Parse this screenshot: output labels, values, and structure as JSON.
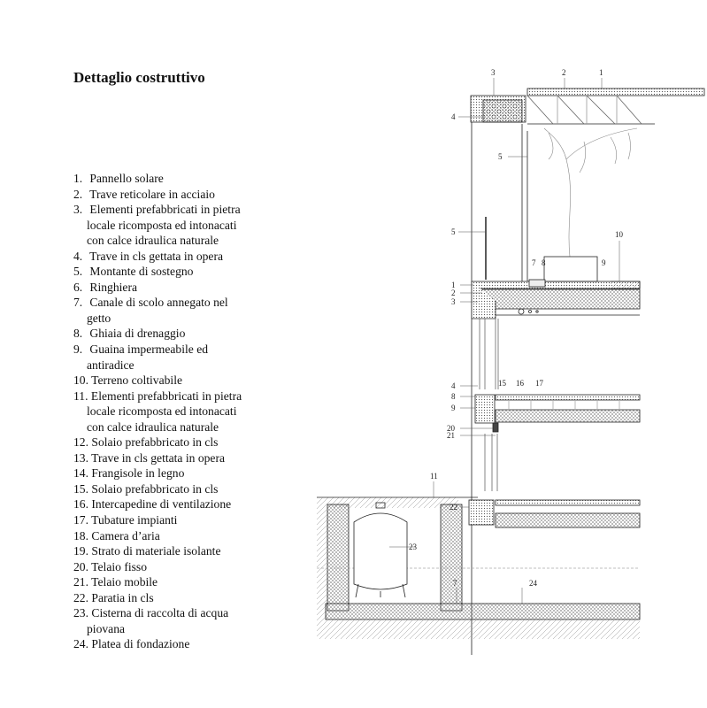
{
  "title": "Dettaglio costruttivo",
  "legend": [
    {
      "n": "1.",
      "lines": [
        "Pannello solare"
      ]
    },
    {
      "n": "2.",
      "lines": [
        "Trave reticolare in acciaio"
      ]
    },
    {
      "n": "3.",
      "lines": [
        "Elementi prefabbricati in pietra",
        "locale ricomposta ed intonacati",
        "con calce idraulica naturale"
      ]
    },
    {
      "n": "4.",
      "lines": [
        "Trave in cls gettata in opera"
      ]
    },
    {
      "n": "5.",
      "lines": [
        "Montante di sostegno"
      ]
    },
    {
      "n": "6.",
      "lines": [
        "Ringhiera"
      ]
    },
    {
      "n": "7.",
      "lines": [
        "Canale di scolo annegato nel",
        "getto"
      ]
    },
    {
      "n": "8.",
      "lines": [
        "Ghiaia di drenaggio"
      ]
    },
    {
      "n": "9.",
      "lines": [
        "Guaina impermeabile ed",
        "antiradice"
      ]
    },
    {
      "n": "10.",
      "lines": [
        "Terreno coltivabile"
      ]
    },
    {
      "n": "11.",
      "lines": [
        "Elementi prefabbricati in pietra",
        "locale ricomposta ed intonacati",
        "con calce idraulica naturale"
      ]
    },
    {
      "n": "12.",
      "lines": [
        "Solaio prefabbricato in cls"
      ]
    },
    {
      "n": "13.",
      "lines": [
        "Trave in cls gettata in opera"
      ]
    },
    {
      "n": "14.",
      "lines": [
        "Frangisole in legno"
      ]
    },
    {
      "n": "15.",
      "lines": [
        "Solaio prefabbricato in cls"
      ]
    },
    {
      "n": "16.",
      "lines": [
        "Intercapedine di ventilazione"
      ]
    },
    {
      "n": "17.",
      "lines": [
        "Tubature impianti"
      ]
    },
    {
      "n": "18.",
      "lines": [
        "Camera d’aria"
      ]
    },
    {
      "n": "19.",
      "lines": [
        "Strato di materiale isolante"
      ]
    },
    {
      "n": "20.",
      "lines": [
        "Telaio fisso"
      ]
    },
    {
      "n": "21.",
      "lines": [
        "Telaio mobile"
      ]
    },
    {
      "n": "22.",
      "lines": [
        "Paratia in cls"
      ]
    },
    {
      "n": "23.",
      "lines": [
        "Cisterna di raccolta di acqua",
        "piovana"
      ]
    },
    {
      "n": "24.",
      "lines": [
        "Platea di fondazione"
      ]
    }
  ],
  "callouts": {
    "top_3": "3",
    "top_2": "2",
    "top_1": "1",
    "roof_4": "4",
    "post_5": "5",
    "rail_5": "5",
    "plant_10": "10",
    "drain_7": "7",
    "gravel_8": "8",
    "membrane_9": "9",
    "slab_1": "1",
    "slab_2": "2",
    "slab_3": "3",
    "mid_4": "4",
    "mid_15": "15",
    "mid_16": "16",
    "mid_17": "17",
    "mid_8": "8",
    "mid_9": "9",
    "win_20": "20",
    "win_21": "21",
    "ground_11": "11",
    "ground_22": "22",
    "tank_23": "23",
    "base_7": "7",
    "base_24": "24"
  }
}
